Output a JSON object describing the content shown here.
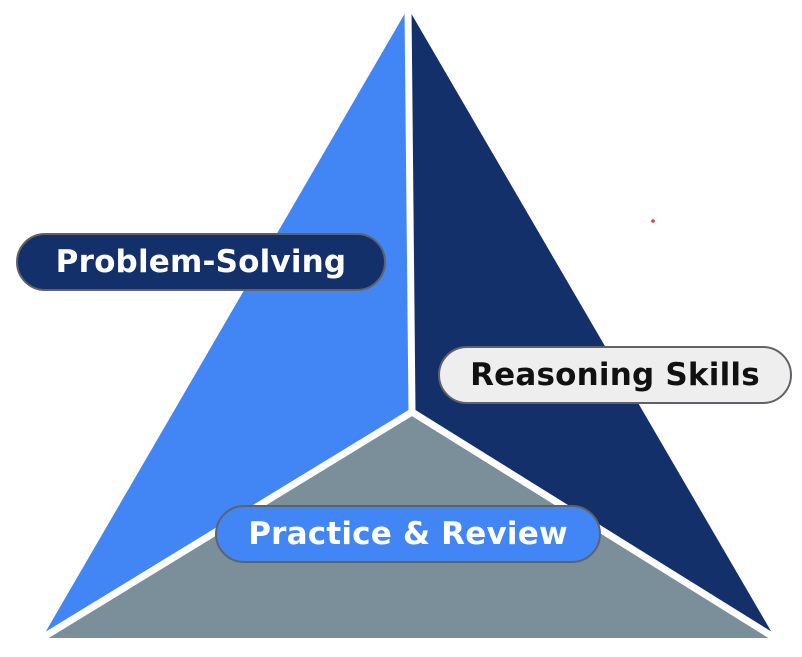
{
  "colors": {
    "left_face": "#4285f4",
    "right_face": "#14306b",
    "bottom_face": "#7a8f99",
    "separator": "#ffffff",
    "accent_dot": "#e53935"
  },
  "labels": {
    "problem_solving": "Problem-Solving",
    "reasoning_skills": "Reasoning Skills",
    "practice_review": "Practice & Review"
  }
}
